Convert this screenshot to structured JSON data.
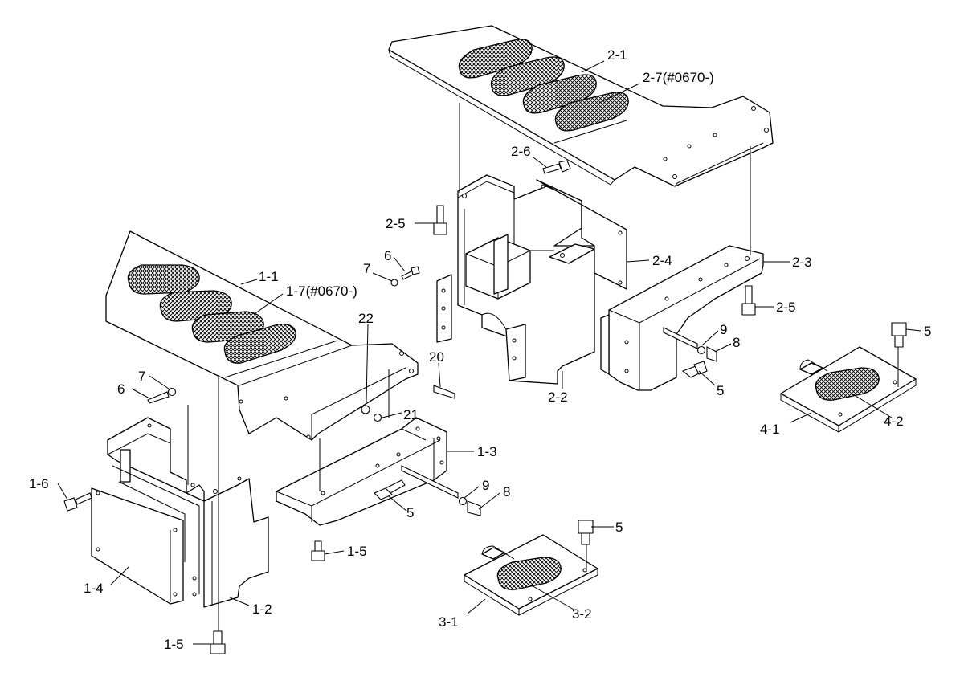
{
  "callouts": [
    {
      "id": "c-2-1",
      "text": "2-1"
    },
    {
      "id": "c-2-7",
      "text": "2-7(#0670-)"
    },
    {
      "id": "c-2-6",
      "text": "2-6"
    },
    {
      "id": "c-2-5a",
      "text": "2-5"
    },
    {
      "id": "c-2-4",
      "text": "2-4"
    },
    {
      "id": "c-2-3",
      "text": "2-3"
    },
    {
      "id": "c-2-5b",
      "text": "2-5"
    },
    {
      "id": "c-2-2",
      "text": "2-2"
    },
    {
      "id": "c-6a",
      "text": "6"
    },
    {
      "id": "c-7a",
      "text": "7"
    },
    {
      "id": "c-1-1",
      "text": "1-1"
    },
    {
      "id": "c-1-7",
      "text": "1-7(#0670-)"
    },
    {
      "id": "c-22",
      "text": "22"
    },
    {
      "id": "c-20",
      "text": "20"
    },
    {
      "id": "c-21",
      "text": "21"
    },
    {
      "id": "c-9a",
      "text": "9"
    },
    {
      "id": "c-8a",
      "text": "8"
    },
    {
      "id": "c-5a",
      "text": "5"
    },
    {
      "id": "c-5b",
      "text": "5"
    },
    {
      "id": "c-4-1",
      "text": "4-1"
    },
    {
      "id": "c-4-2",
      "text": "4-2"
    },
    {
      "id": "c-7b",
      "text": "7"
    },
    {
      "id": "c-6b",
      "text": "6"
    },
    {
      "id": "c-1-3",
      "text": "1-3"
    },
    {
      "id": "c-1-6",
      "text": "1-6"
    },
    {
      "id": "c-9b",
      "text": "9"
    },
    {
      "id": "c-8b",
      "text": "8"
    },
    {
      "id": "c-5c",
      "text": "5"
    },
    {
      "id": "c-5d",
      "text": "5"
    },
    {
      "id": "c-1-5a",
      "text": "1-5"
    },
    {
      "id": "c-1-4",
      "text": "1-4"
    },
    {
      "id": "c-1-2",
      "text": "1-2"
    },
    {
      "id": "c-3-1",
      "text": "3-1"
    },
    {
      "id": "c-3-2",
      "text": "3-2"
    },
    {
      "id": "c-1-5b",
      "text": "1-5"
    }
  ]
}
